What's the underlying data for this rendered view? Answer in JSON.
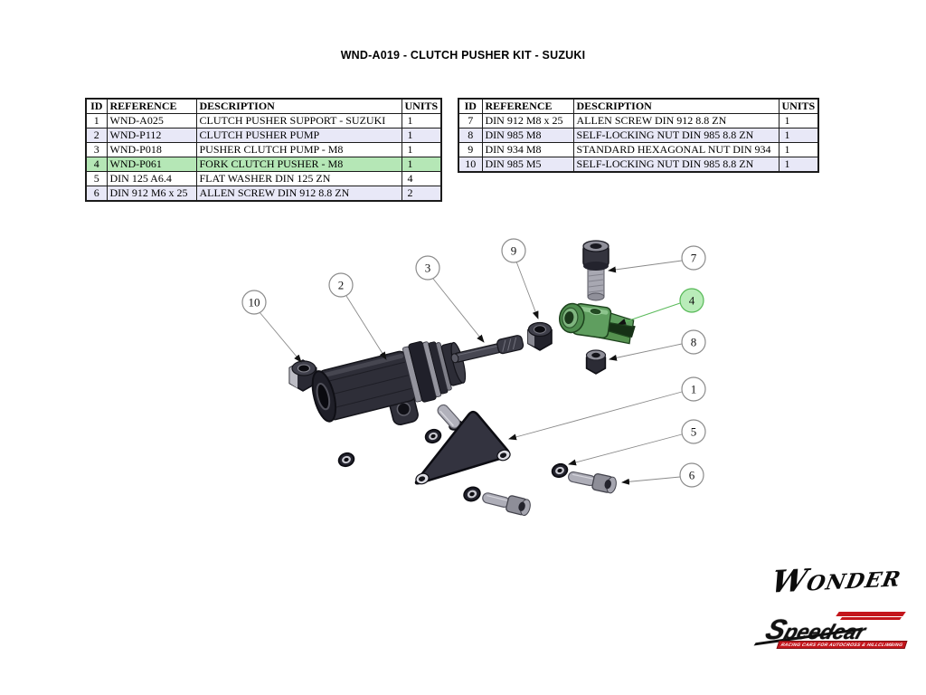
{
  "page": {
    "title": "WND-A019 - CLUTCH PUSHER KIT - SUZUKI"
  },
  "tables": {
    "columns": [
      "ID",
      "REFERENCE",
      "DESCRIPTION",
      "UNITS"
    ],
    "left": {
      "rows": [
        {
          "id": "1",
          "ref": "WND-A025",
          "desc": "CLUTCH PUSHER SUPPORT - SUZUKI",
          "units": "1"
        },
        {
          "id": "2",
          "ref": "WND-P112",
          "desc": "CLUTCH PUSHER PUMP",
          "units": "1"
        },
        {
          "id": "3",
          "ref": "WND-P018",
          "desc": "PUSHER CLUTCH PUMP - M8",
          "units": "1"
        },
        {
          "id": "4",
          "ref": "WND-P061",
          "desc": "FORK CLUTCH PUSHER - M8",
          "units": "1"
        },
        {
          "id": "5",
          "ref": "DIN 125 A6.4",
          "desc": "FLAT WASHER DIN 125 ZN",
          "units": "4"
        },
        {
          "id": "6",
          "ref": "DIN 912 M6 x 25",
          "desc": "ALLEN SCREW DIN 912 8.8 ZN",
          "units": "2"
        }
      ]
    },
    "right": {
      "rows": [
        {
          "id": "7",
          "ref": "DIN 912 M8 x 25",
          "desc": "ALLEN SCREW DIN 912 8.8 ZN",
          "units": "1"
        },
        {
          "id": "8",
          "ref": "DIN 985 M8",
          "desc": "SELF-LOCKING NUT DIN 985 8.8 ZN",
          "units": "1"
        },
        {
          "id": "9",
          "ref": "DIN 934 M8",
          "desc": "STANDARD HEXAGONAL NUT DIN 934",
          "units": "1"
        },
        {
          "id": "10",
          "ref": "DIN 985 M5",
          "desc": "SELF-LOCKING NUT DIN 985 8.8 ZN",
          "units": "1"
        }
      ]
    },
    "highlighted_id": "4"
  },
  "diagram": {
    "callouts": [
      {
        "label": "1"
      },
      {
        "label": "2"
      },
      {
        "label": "3"
      },
      {
        "label": "4"
      },
      {
        "label": "5"
      },
      {
        "label": "6"
      },
      {
        "label": "7"
      },
      {
        "label": "8"
      },
      {
        "label": "9"
      },
      {
        "label": "10"
      }
    ]
  },
  "branding": {
    "wonder": "WONDER",
    "speedcar": "Speedcar",
    "speedcar_tagline": "RACING CARS FOR AUTOCROSS & HILLCLIMBING"
  },
  "colors": {
    "highlight_row_green": "#b5e7b6",
    "alt_row_lavender": "#e8e8f7",
    "callout_green_fill": "#b9ecb9",
    "callout_green_stroke": "#55b855",
    "fork_green": "#5f9e5f",
    "part_dark": "#30303a",
    "brand_red": "#c4161c"
  }
}
